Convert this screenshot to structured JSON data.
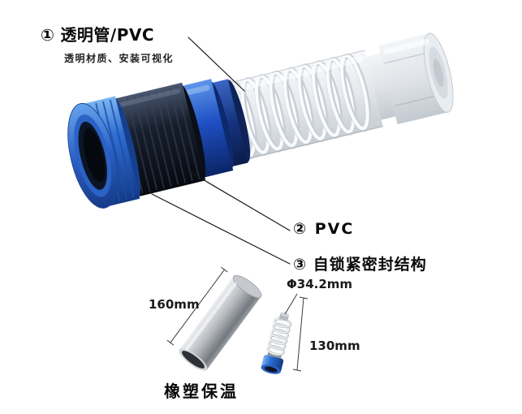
{
  "callouts": {
    "item1": {
      "num": "①",
      "title": "透明管/PVC",
      "subtitle": "透明材质、安装可视化"
    },
    "item2": {
      "num": "②",
      "title": "PVC"
    },
    "item3": {
      "num": "③",
      "title": "自锁紧密封结构"
    }
  },
  "dimensions": {
    "tube_length": "160mm",
    "diameter": "Φ34.2mm",
    "spring_length": "130mm"
  },
  "caption": "橡塑保温",
  "colors": {
    "accent_blue": "#2e6fd4",
    "seal_dark": "#10141c",
    "clear_gray": "#e4e8ec",
    "steel_gray": "#b6babf",
    "text": "#111111",
    "background": "#ffffff"
  }
}
